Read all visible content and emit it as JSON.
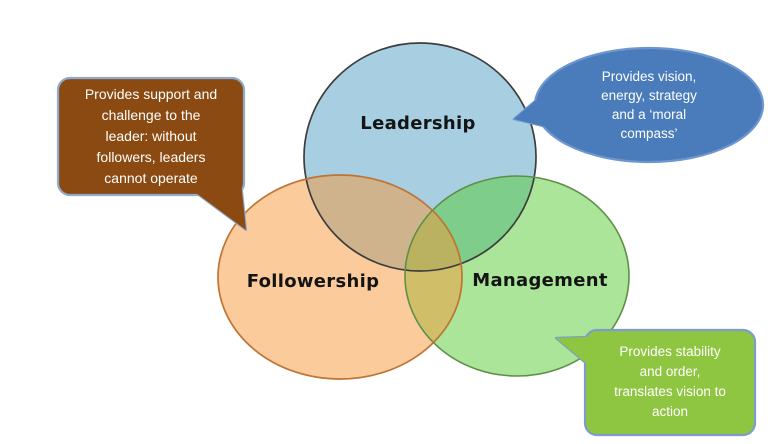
{
  "background": "#FFFFFF",
  "venn": {
    "circles": [
      {
        "label": "Leadership",
        "fill": "#4FA0C4",
        "fill_opacity": "0.5",
        "border": "#3E3E3E"
      },
      {
        "label": "Followership",
        "fill": "#F79737",
        "fill_opacity": "0.5",
        "border": "#BE7435"
      },
      {
        "label": "Management",
        "fill": "#55CB33",
        "fill_opacity": "0.5",
        "border": "#5E8F46"
      }
    ],
    "callouts": [
      {
        "about": "Followership",
        "shape": "rounded-rectangle",
        "text": "Provides support and\nchallenge to the\nleader: without\nfollowers, leaders\ncannot operate",
        "fill": "#8A4A12",
        "border": "#8FA9CF",
        "text_color": "#FFFFFF"
      },
      {
        "about": "Leadership",
        "shape": "ellipse",
        "text": "Provides vision,\nenergy, strategy\nand a ‘moral\ncompass’",
        "fill": "#4A7BBB",
        "border": "#6E96CE",
        "text_color": "#FFFFFF"
      },
      {
        "about": "Management",
        "shape": "rounded-rectangle",
        "text": "Provides stability\nand order,\ntranslates vision to\naction",
        "fill": "#8FC641",
        "border": "#7D9CC9",
        "text_color": "#FFFFFF"
      }
    ]
  }
}
